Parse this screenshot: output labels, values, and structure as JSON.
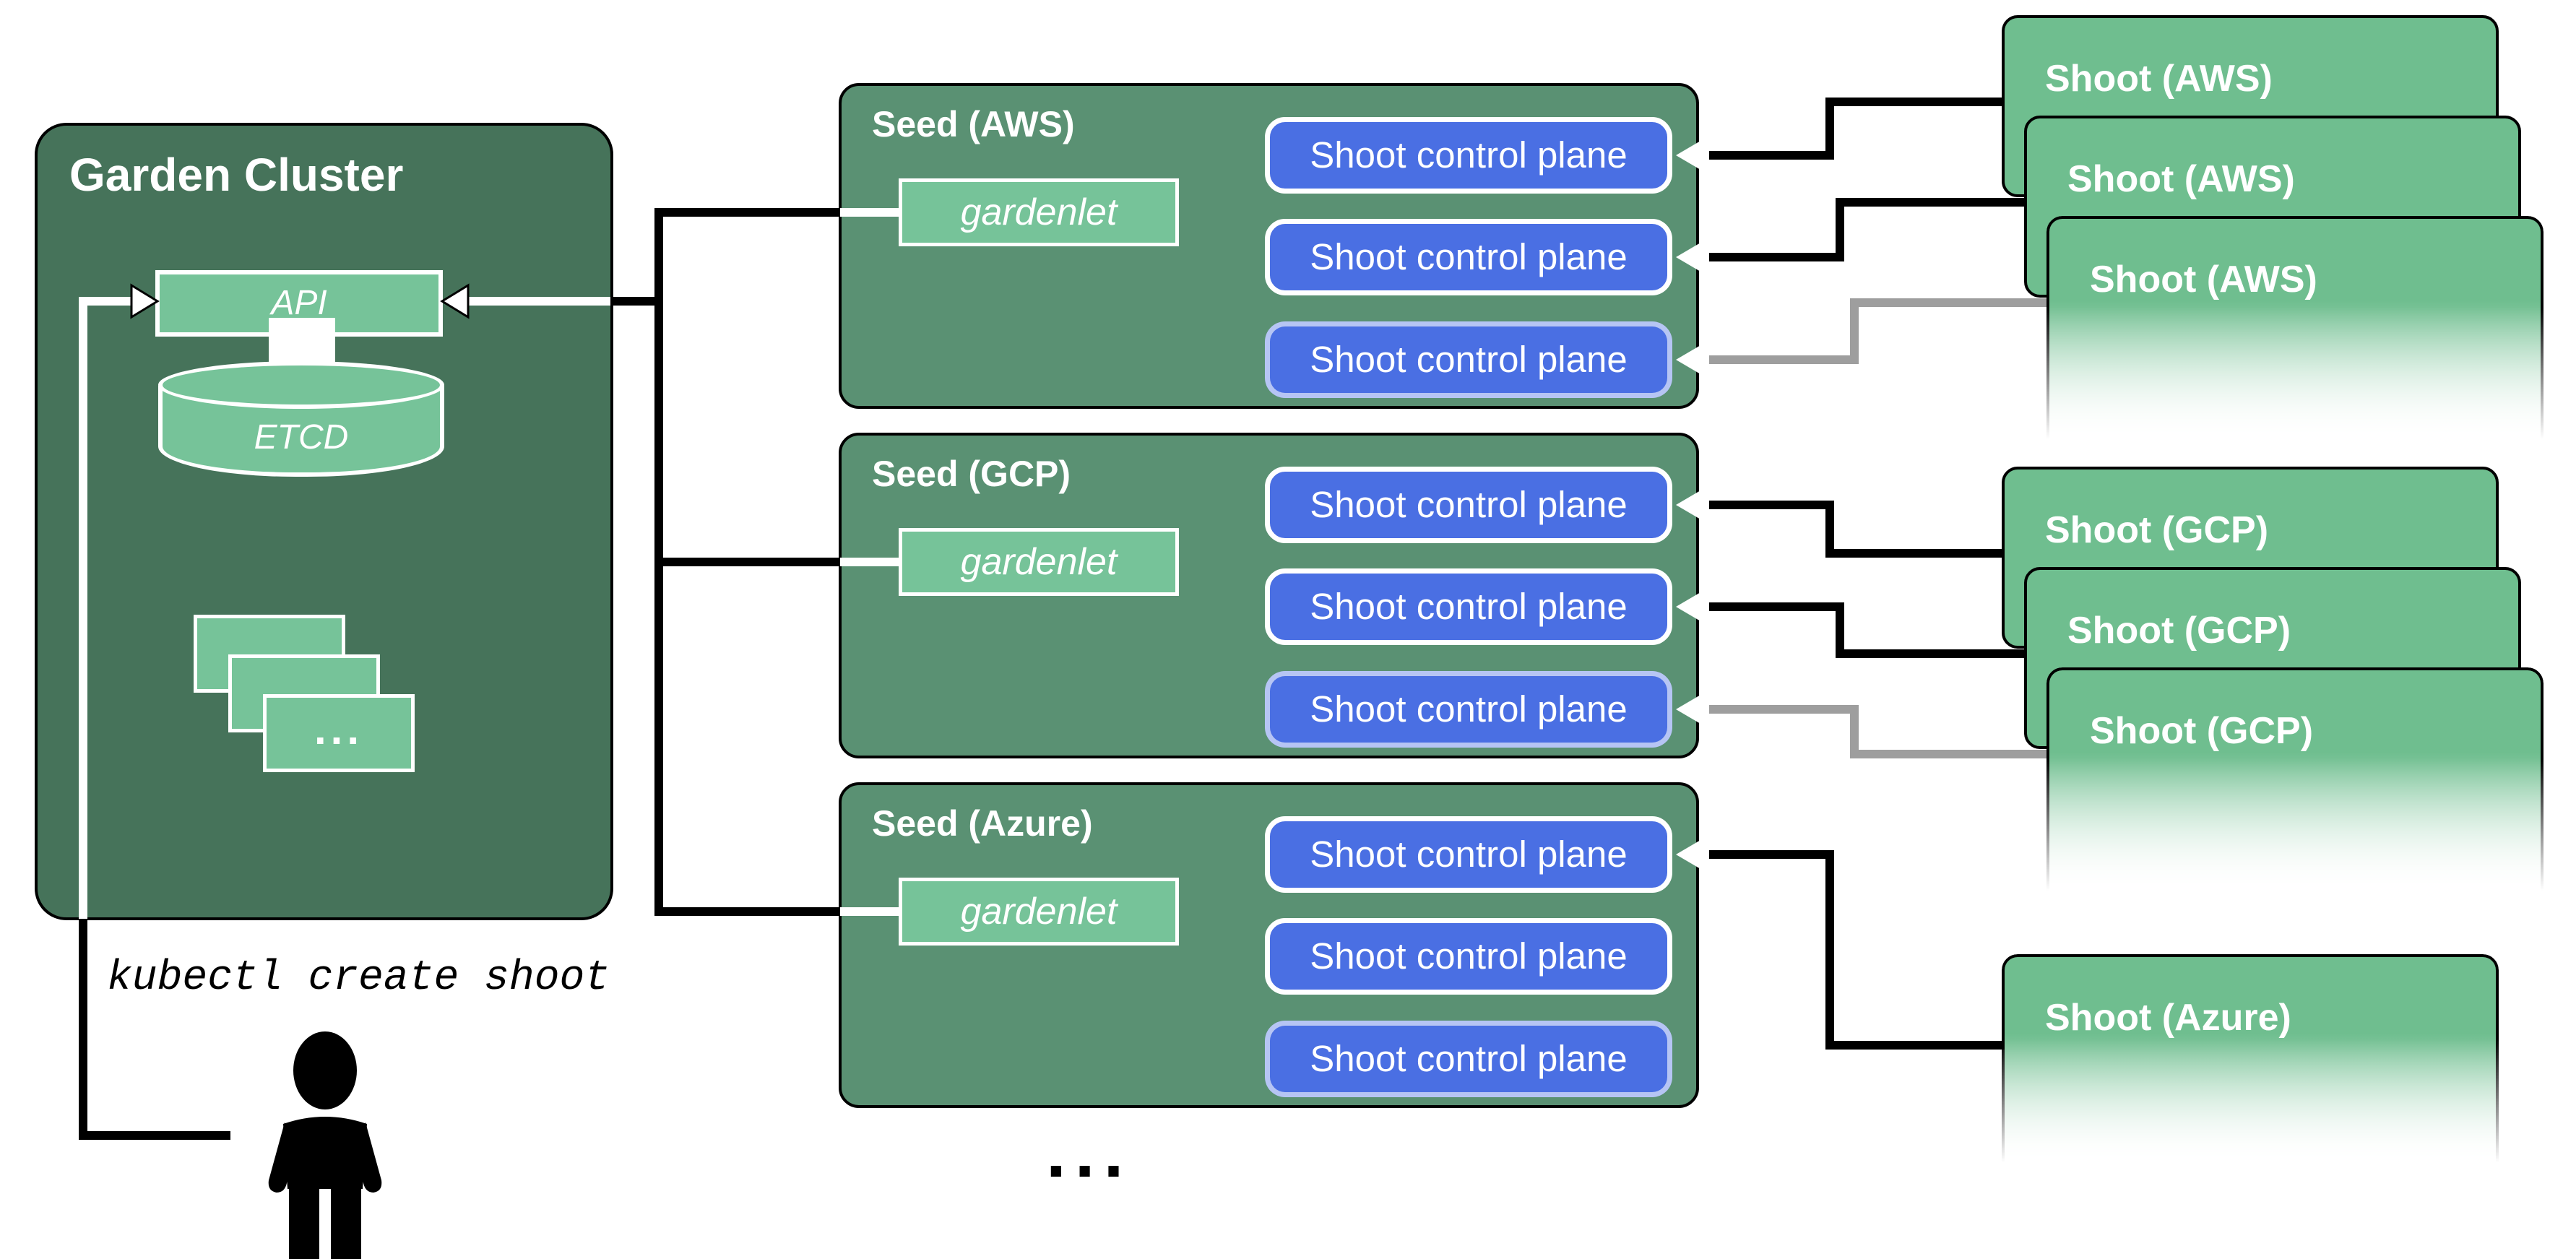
{
  "diagram": {
    "garden_cluster": {
      "title": "Garden Cluster",
      "api_label": "API",
      "etcd_label": "ETCD",
      "namespaces_ellipsis": "..."
    },
    "user_command": "kubectl create shoot",
    "seeds_ellipsis": "...",
    "seeds": [
      {
        "title": "Seed (AWS)",
        "gardenlet": "gardenlet",
        "control_planes": [
          "Shoot control plane",
          "Shoot control plane",
          "Shoot control plane"
        ]
      },
      {
        "title": "Seed (GCP)",
        "gardenlet": "gardenlet",
        "control_planes": [
          "Shoot control plane",
          "Shoot control plane",
          "Shoot control plane"
        ]
      },
      {
        "title": "Seed (Azure)",
        "gardenlet": "gardenlet",
        "control_planes": [
          "Shoot control plane",
          "Shoot control plane",
          "Shoot control plane"
        ]
      }
    ],
    "shoots": [
      {
        "provider": "AWS",
        "labels": [
          "Shoot (AWS)",
          "Shoot (AWS)",
          "Shoot (AWS)"
        ]
      },
      {
        "provider": "GCP",
        "labels": [
          "Shoot (GCP)",
          "Shoot (GCP)",
          "Shoot (GCP)"
        ]
      },
      {
        "provider": "Azure",
        "labels": [
          "Shoot (Azure)"
        ]
      }
    ],
    "colors": {
      "cluster_green": "#46735A",
      "seed_green": "#5A9173",
      "light_green": "#76C399",
      "shoot_green": "#6FBE8F",
      "control_plane_blue": "#4A6FE3",
      "connector_black": "#000000",
      "connector_gray": "#9E9E9E"
    }
  }
}
